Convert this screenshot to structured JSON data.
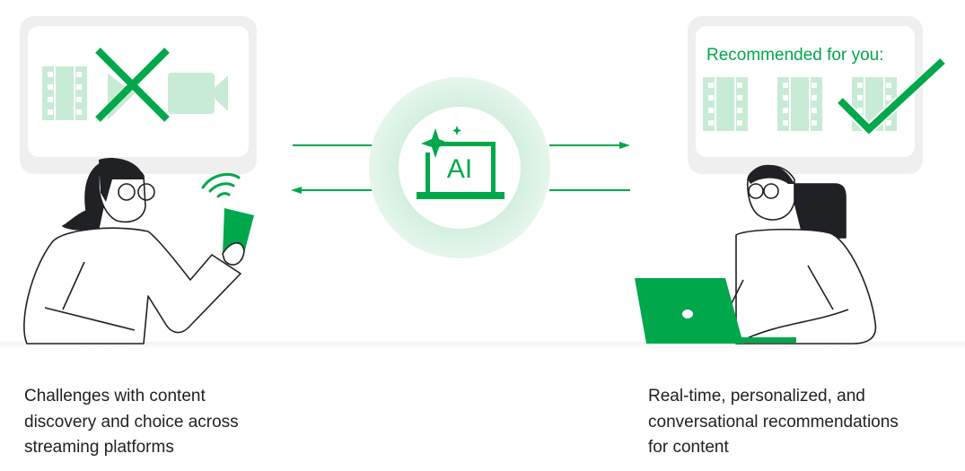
{
  "left_panel": {
    "caption_lines": [
      "Challenges with content",
      "discovery and choice across",
      "streaming platforms"
    ]
  },
  "center": {
    "badge_text": "AI"
  },
  "right_panel": {
    "screen_heading": "Recommended for you:",
    "caption_lines": [
      "Real-time, personalized, and",
      "conversational recommendations",
      "for content"
    ]
  },
  "colors": {
    "accent": "#00a84b",
    "light_accent": "#c8ebd6",
    "panel_frame": "#efefef",
    "text": "#202124"
  }
}
